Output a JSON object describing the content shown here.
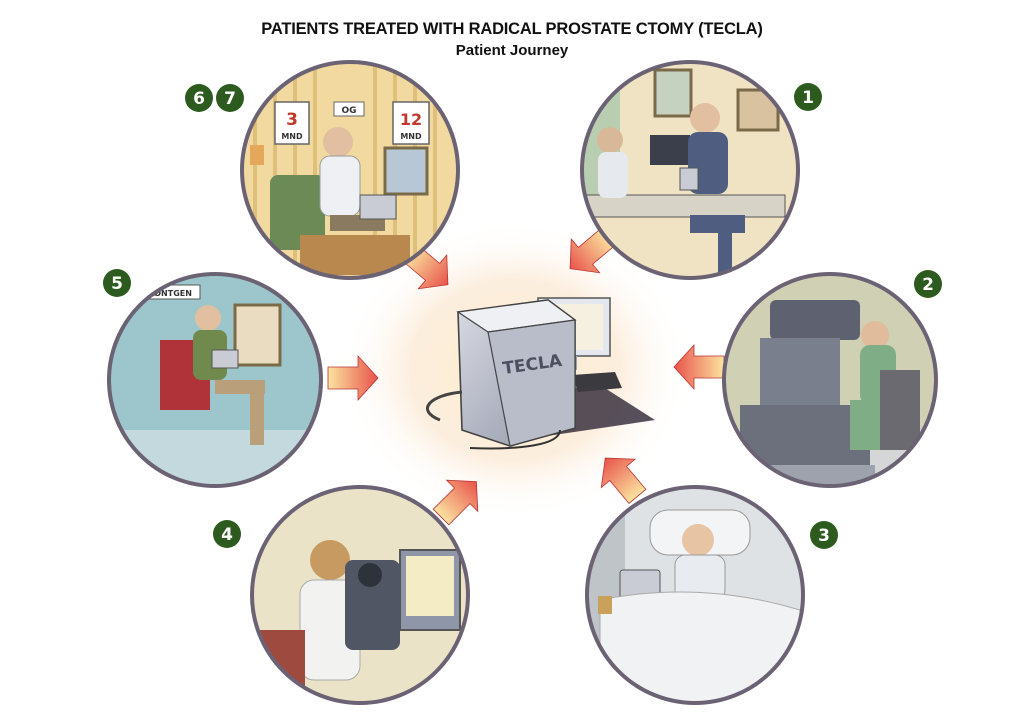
{
  "title": "PATIENTS TREATED WITH RADICAL PROSTATE CTOMY (TECLA)",
  "subtitle": "Patient Journey",
  "center_device_label": "TECLA",
  "steps": [
    {
      "number": "1"
    },
    {
      "number": "2"
    },
    {
      "number": "3"
    },
    {
      "number": "4"
    },
    {
      "number": "5"
    },
    {
      "number": "6"
    },
    {
      "number": "7"
    }
  ],
  "followup": {
    "left_number": "3",
    "left_unit": "MND",
    "connector": "OG",
    "right_number": "12",
    "right_unit": "MND"
  },
  "xray_sign": "RØNTGEN",
  "badge_color": "#2d5a1f",
  "arrow_color": "#e8534a"
}
